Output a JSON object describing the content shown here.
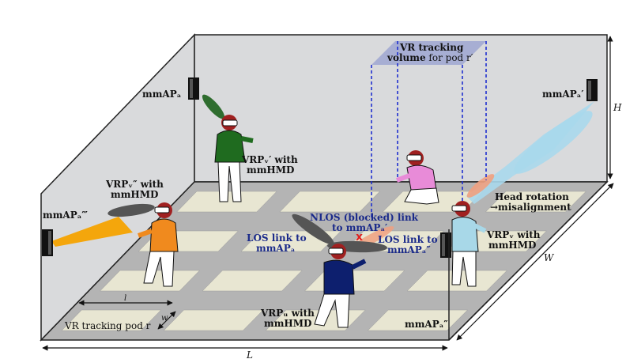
{
  "labels": {
    "ap_a": "mmAPₐ",
    "ap_a1": "mmAPₐ′",
    "ap_a3": "mmAPₐ‴",
    "ap_a2": "mmAPₐ″",
    "vr_volume_1": "VR tracking",
    "vr_volume_2a": "volume",
    "vr_volume_2b": "for pod r′",
    "vrp_v1_1": "VRPᵥ′ with",
    "vrp_v1_2": "mmHMD",
    "vrp_v2_1": "VRPᵥ″ with",
    "vrp_v2_2": "mmHMD",
    "vrp_v_1": "VRPᵥ with",
    "vrp_v_2": "mmHMD",
    "vrp_u_1": "VRPᵤ with",
    "vrp_u_2": "mmHMD",
    "head_rot_1": "Head rotation",
    "head_rot_2": "→misalignment",
    "nlos_1": "NLOS (blocked) link",
    "nlos_2": "to mmAPₐ′",
    "los_a_1": "LOS link to",
    "los_a_2": "mmAPₐ",
    "los_a2_1": "LOS link to",
    "los_a2_2": "mmAPₐ″",
    "pod": "VR tracking pod r",
    "dim_L": "L",
    "dim_W": "W",
    "dim_H": "H",
    "dim_l": "l",
    "dim_w": "w"
  },
  "colors": {
    "wall": "#d9dadc",
    "floor_tile": "#e8e6d2",
    "floor_grid": "#b4b4b4",
    "beam_orange": "#f5a300",
    "beam_cyan": "#a8d8ec",
    "beam_green": "#2f6d2f",
    "beam_gray": "#555555",
    "beam_salmon": "#f0a080",
    "volume_fill": "#a7aed3",
    "dashed_blue": "#1e2fd0",
    "label_blue": "#1a2a8a",
    "shirt_green": "#1f6b1f",
    "shirt_orange": "#f08a1e",
    "shirt_navy": "#0d1f6e",
    "shirt_pink": "#e88bd8",
    "shirt_lightblue": "#a8d8e8",
    "hair": "#a02020"
  }
}
